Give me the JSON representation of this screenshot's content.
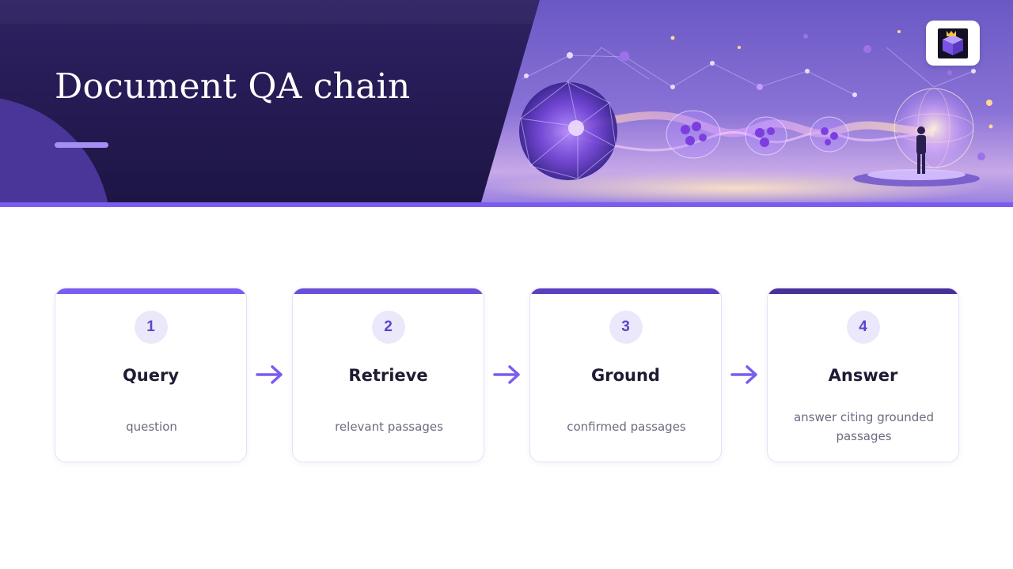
{
  "slide": {
    "title": "Document QA chain"
  },
  "colors": {
    "header_bg": "#261c55",
    "accent": "#7b5cf0",
    "step_bars": [
      "#7b5cf0",
      "#6a4fd8",
      "#5a40c0",
      "#483098"
    ]
  },
  "icons": {
    "logo": "crowned-cube-logo-icon",
    "arrow": "arrow-right-icon"
  },
  "steps": [
    {
      "number": "1",
      "title": "Query",
      "description": "question"
    },
    {
      "number": "2",
      "title": "Retrieve",
      "description": "relevant passages"
    },
    {
      "number": "3",
      "title": "Ground",
      "description": "confirmed passages"
    },
    {
      "number": "4",
      "title": "Answer",
      "description": "answer citing grounded passages"
    }
  ]
}
